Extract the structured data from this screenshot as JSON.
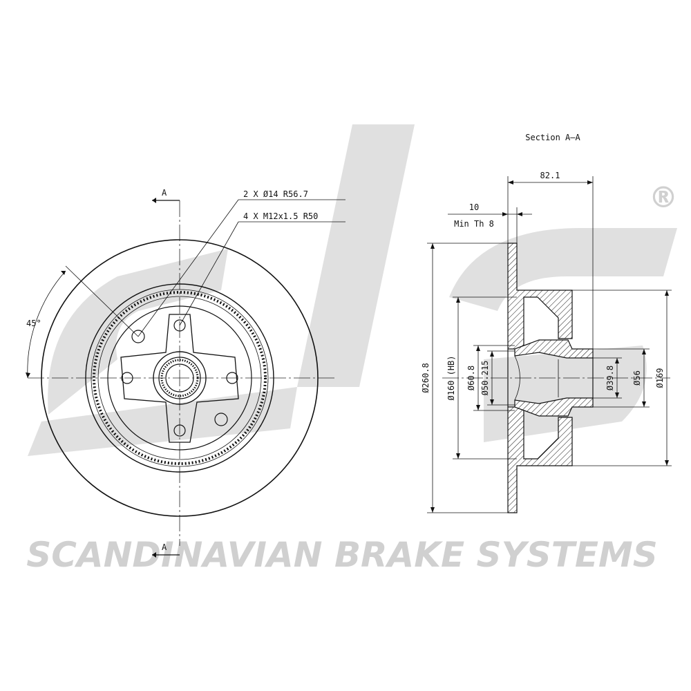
{
  "watermark": {
    "logo_text": "sbs",
    "company": "SCANDINAVIAN BRAKE SYSTEMS",
    "registered_mark": "®"
  },
  "front_view": {
    "section_mark_top": "A",
    "section_mark_bottom": "A",
    "angle_label": "45°",
    "callout_holes": "2 X Ø14  R56.7",
    "callout_threads": "4 X M12x1.5 R50"
  },
  "section_view": {
    "title": "Section A–A",
    "dimensions": {
      "overall_width": "82.1",
      "thickness": "10",
      "min_thickness": "Min Th 8",
      "outer_diameter": "Ø260.8",
      "drum_diameter": "Ø160 (HB)",
      "centering_diameter": "Ø60.8",
      "bore_diameter": "Ø50.215",
      "inner_bore": "Ø39.8",
      "hub_outer": "Ø56",
      "hub_flange": "Ø169"
    }
  },
  "colors": {
    "line": "#111111",
    "watermark": "#d0d0d0",
    "background": "#ffffff"
  }
}
